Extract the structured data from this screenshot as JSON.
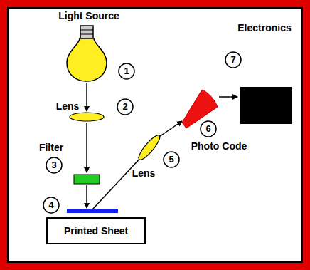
{
  "diagram": {
    "nodes": [
      {
        "text": [
          "Printed Sheet"
        ]
      }
    ],
    "labels": [
      "Light Source",
      "1",
      "Lens",
      "2",
      "Filter",
      "3",
      "4",
      "Lens",
      "5",
      "6",
      "Photo Code",
      "Electronics",
      "7"
    ]
  }
}
